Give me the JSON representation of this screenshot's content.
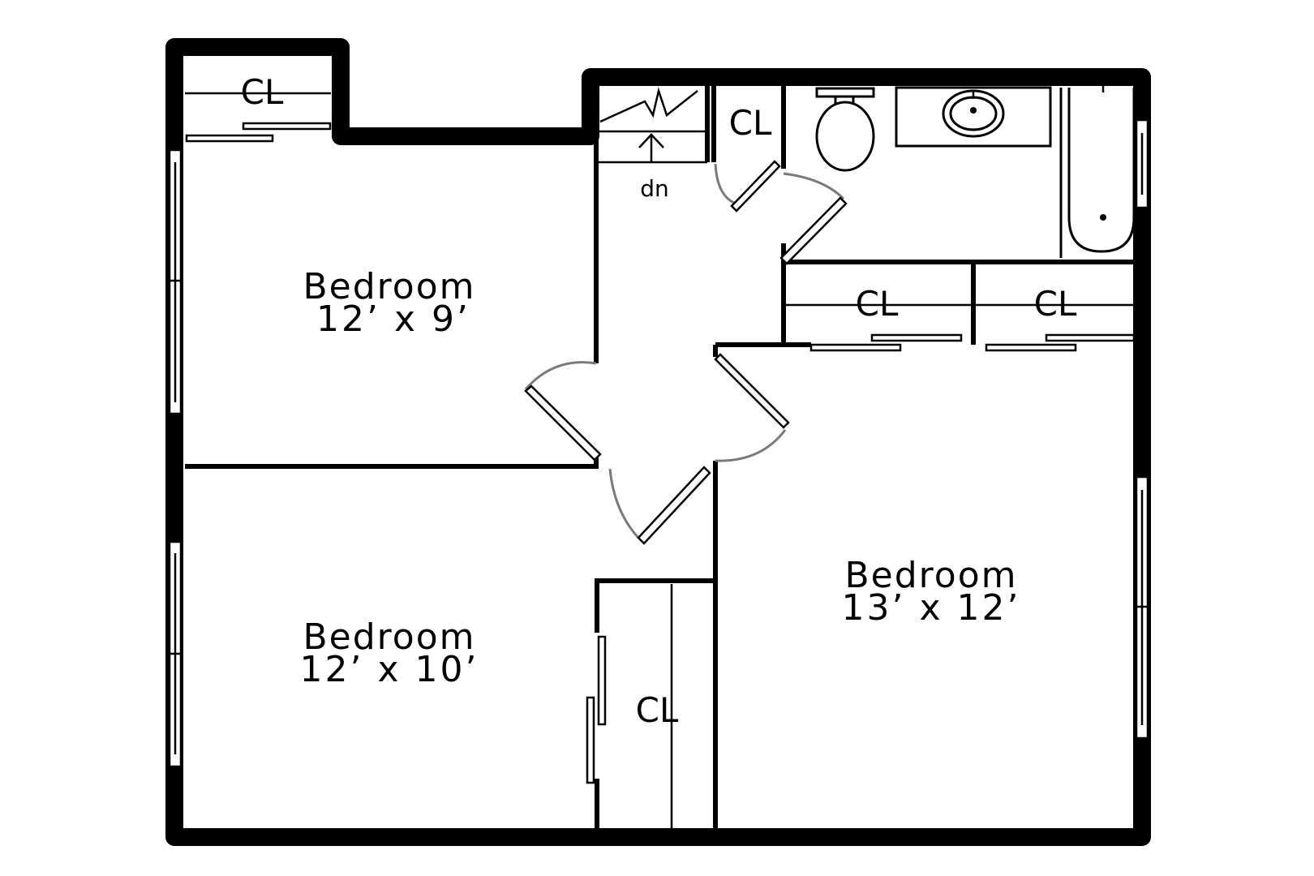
{
  "rooms": {
    "bedroom_nw": {
      "name": "Bedroom",
      "dims": "12’ x 9’"
    },
    "bedroom_sw": {
      "name": "Bedroom",
      "dims": "12’ x 10’"
    },
    "bedroom_e": {
      "name": "Bedroom",
      "dims": "13’ x 12’"
    }
  },
  "closets": {
    "nw": "CL",
    "hall": "CL",
    "east_left": "CL",
    "east_right": "CL",
    "south": "CL"
  },
  "stairs": {
    "direction": "dn"
  },
  "colors": {
    "wall": "#000000",
    "door_swing": "#7a7a7a",
    "background": "#ffffff"
  }
}
